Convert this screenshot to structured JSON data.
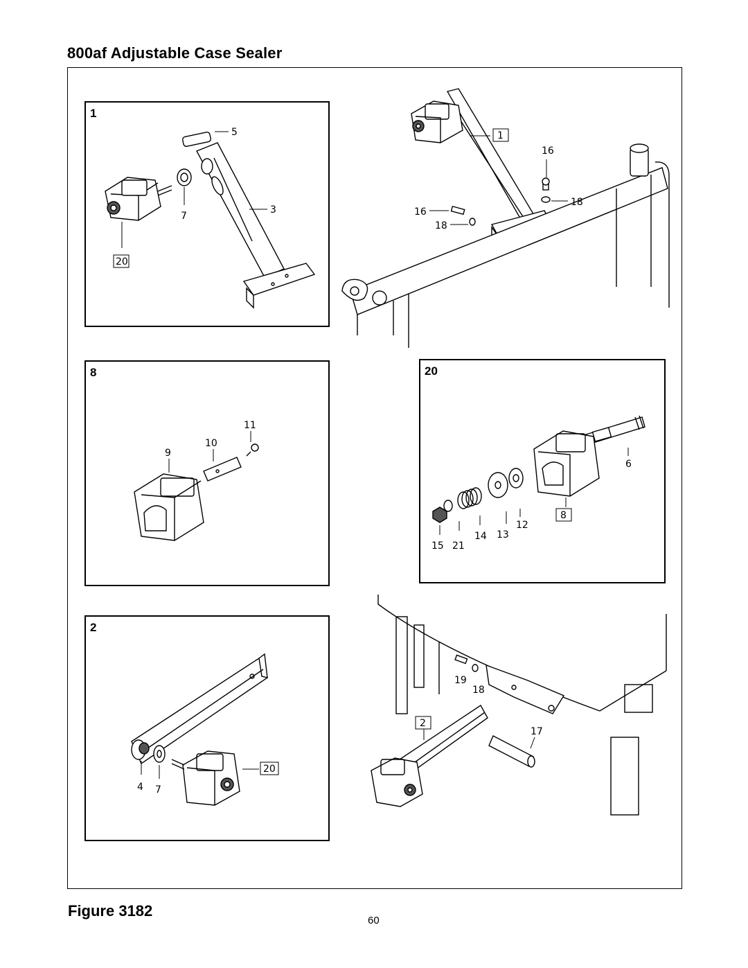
{
  "page": {
    "title": "800af Adjustable Case Sealer",
    "figure_label": "Figure 3182",
    "page_number": "60"
  },
  "panels": {
    "p1": {
      "number": "1",
      "callouts": [
        "5",
        "7",
        "3",
        "20"
      ]
    },
    "p8": {
      "number": "8",
      "callouts": [
        "11",
        "10",
        "9"
      ]
    },
    "p20": {
      "number": "20",
      "callouts": [
        "6",
        "8",
        "12",
        "13",
        "14",
        "21",
        "15"
      ]
    },
    "p2": {
      "number": "2",
      "callouts": [
        "4",
        "7",
        "20"
      ]
    }
  },
  "scene_top": {
    "callouts": [
      "1",
      "16",
      "18",
      "16",
      "18"
    ]
  },
  "scene_bottom": {
    "callouts": [
      "19",
      "18",
      "2",
      "17"
    ]
  }
}
